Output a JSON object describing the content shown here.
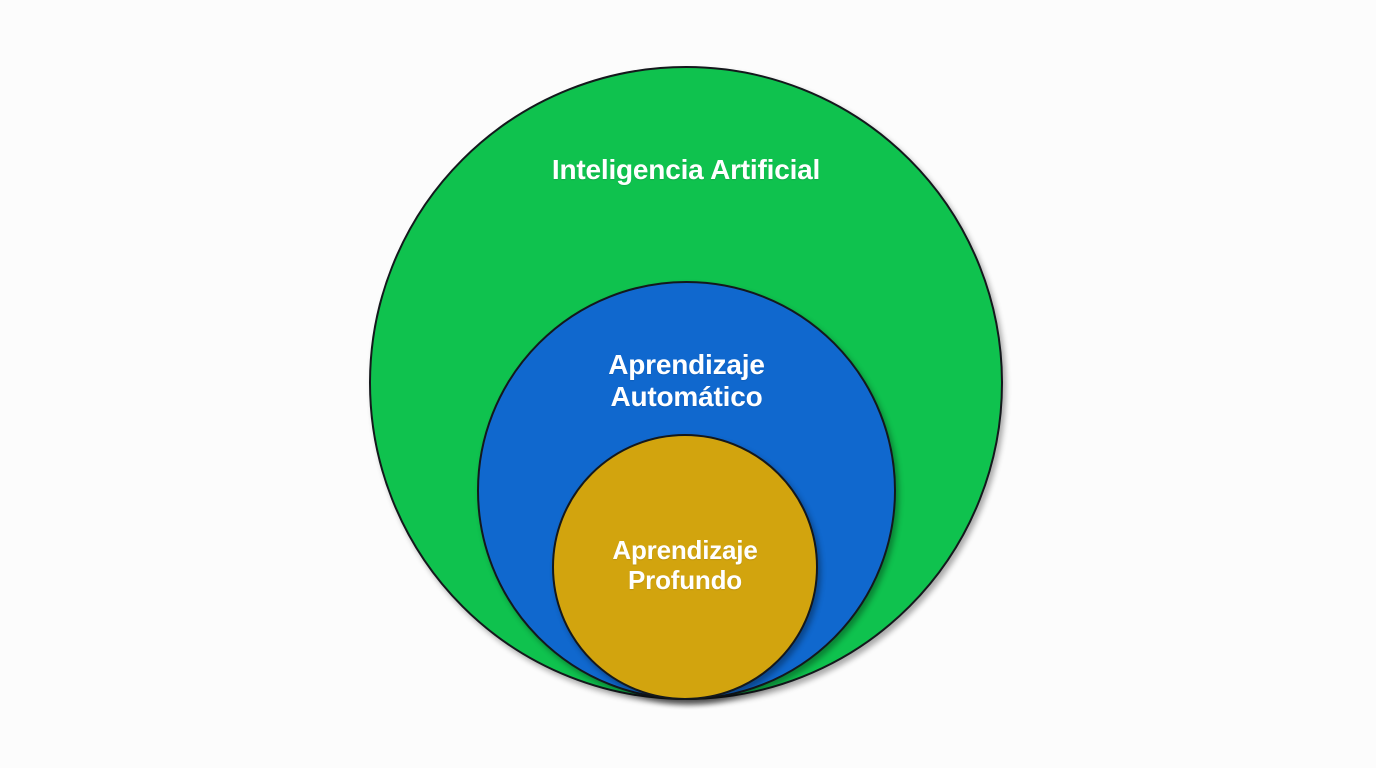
{
  "background_color": "#fcfcfc",
  "diagram": {
    "type": "nested-circles",
    "description": "Concentric containment diagram of AI fields in Spanish",
    "circles": [
      {
        "id": "inteligencia-artificial",
        "label": "Inteligencia Artificial",
        "fill_color": "#0FC24E",
        "stroke_color": "#14181c",
        "text_color": "#ffffff",
        "level": 1
      },
      {
        "id": "aprendizaje-automatico",
        "label": "Aprendizaje\nAutomático",
        "fill_color": "#1068CE",
        "stroke_color": "#14181c",
        "text_color": "#ffffff",
        "level": 2
      },
      {
        "id": "aprendizaje-profundo",
        "label": "Aprendizaje\nProfundo",
        "fill_color": "#D2A40E",
        "stroke_color": "#14181c",
        "text_color": "#ffffff",
        "level": 3
      }
    ]
  }
}
